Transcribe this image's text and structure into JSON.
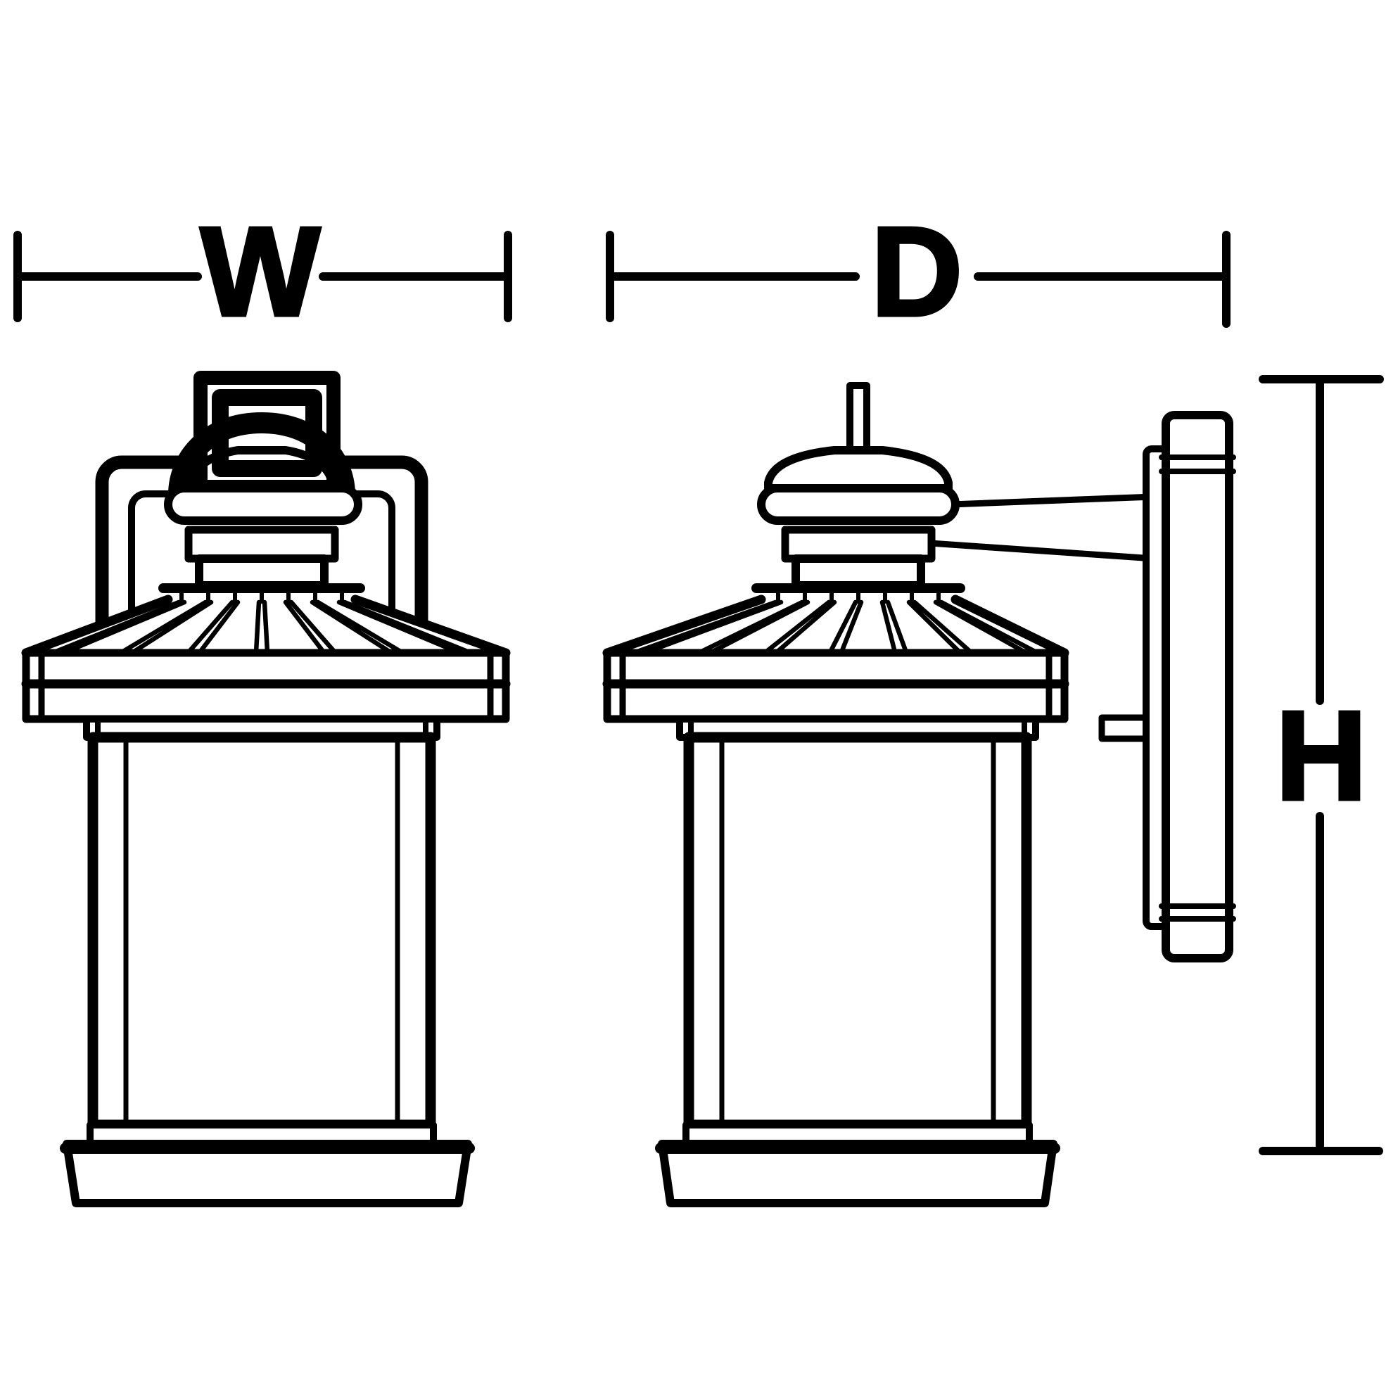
{
  "diagram": {
    "background_color": "#ffffff",
    "line_color": "#000000",
    "dimension_labels": {
      "width": "W",
      "depth": "D",
      "height": "H"
    }
  }
}
